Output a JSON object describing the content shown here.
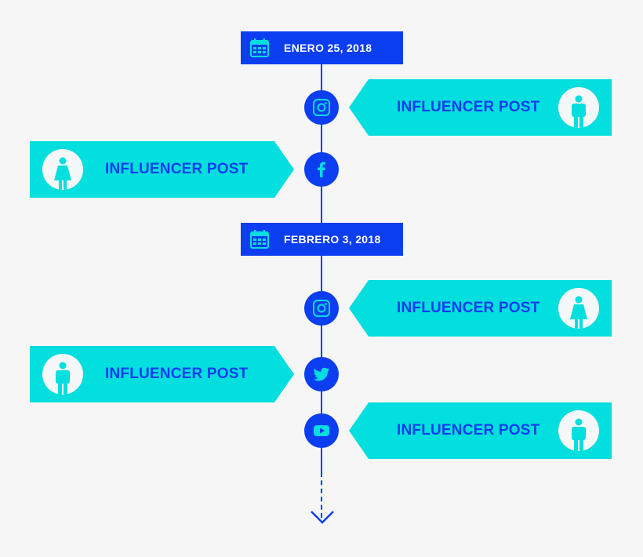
{
  "colors": {
    "blue": "#0b3ef0",
    "cyan": "#03dede",
    "background": "#f6f6f6",
    "avatar_bg": "#f5f7f8"
  },
  "timeline": {
    "groups": [
      {
        "date": "ENERO 25, 2018",
        "icon": "calendar-icon",
        "posts": [
          {
            "label": "INFLUENCER POST",
            "network": "instagram",
            "side": "right",
            "avatar": "male"
          },
          {
            "label": "INFLUENCER POST",
            "network": "facebook",
            "side": "left",
            "avatar": "female"
          }
        ]
      },
      {
        "date": "FEBRERO 3, 2018",
        "icon": "calendar-icon",
        "posts": [
          {
            "label": "INFLUENCER POST",
            "network": "instagram",
            "side": "right",
            "avatar": "female"
          },
          {
            "label": "INFLUENCER POST",
            "network": "twitter",
            "side": "left",
            "avatar": "male"
          },
          {
            "label": "INFLUENCER POST",
            "network": "youtube",
            "side": "right",
            "avatar": "male"
          }
        ]
      }
    ]
  }
}
